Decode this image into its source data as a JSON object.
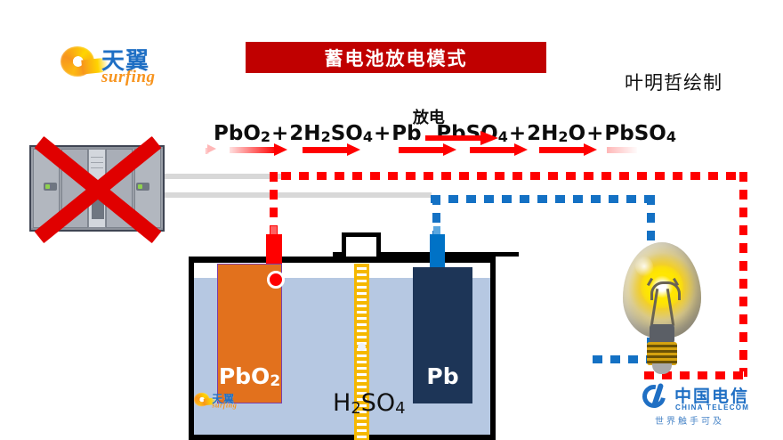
{
  "page": {
    "title_banner": "蓄电池放电模式",
    "author_credit": "叶明哲绘制",
    "background_color": "#ffffff",
    "accent_red": "#c00000",
    "wire_red": "#ff0000",
    "wire_blue": "#1471c4"
  },
  "brand_logo": {
    "cn": "天翼",
    "en": "surfing"
  },
  "brand_logo_small": {
    "cn": "天翼",
    "en": "surfing"
  },
  "china_telecom_logo": {
    "cn": "中国电信",
    "en": "CHINA TELECOM",
    "slogan": "世界触手可及"
  },
  "equation": {
    "arrow_label": "放电",
    "left": [
      {
        "text": "PbO",
        "sub": "2"
      },
      {
        "text": "+"
      },
      {
        "text": "2H",
        "sub": "2"
      },
      {
        "text": "SO",
        "sub": "4"
      },
      {
        "text": "+"
      },
      {
        "text": "Pb"
      }
    ],
    "right": [
      {
        "text": "PbSO",
        "sub": "4"
      },
      {
        "text": "+"
      },
      {
        "text": "2H",
        "sub": "2"
      },
      {
        "text": "O"
      },
      {
        "text": "+"
      },
      {
        "text": "PbSO",
        "sub": "4"
      }
    ],
    "plain_text": "PbO2 + 2H2SO4 + Pb → PbSO4 + 2H2O + PbSO4"
  },
  "cell": {
    "positive_electrode": {
      "label": "PbO",
      "sub": "2",
      "color": "#e2711d",
      "terminal_color": "#ff0000"
    },
    "negative_electrode": {
      "label": "Pb",
      "color": "#1d3557",
      "terminal_color": "#0072c6"
    },
    "electrolyte": {
      "label": "H",
      "sub1": "2",
      "mid": "SO",
      "sub2": "4",
      "color": "#b6c8e2"
    },
    "separator_color": "#f5b800"
  },
  "cabinet": {
    "status": "disabled",
    "cross_color": "#e00000"
  },
  "bulb": {
    "state": "on",
    "glow_color": "#ffe600"
  }
}
